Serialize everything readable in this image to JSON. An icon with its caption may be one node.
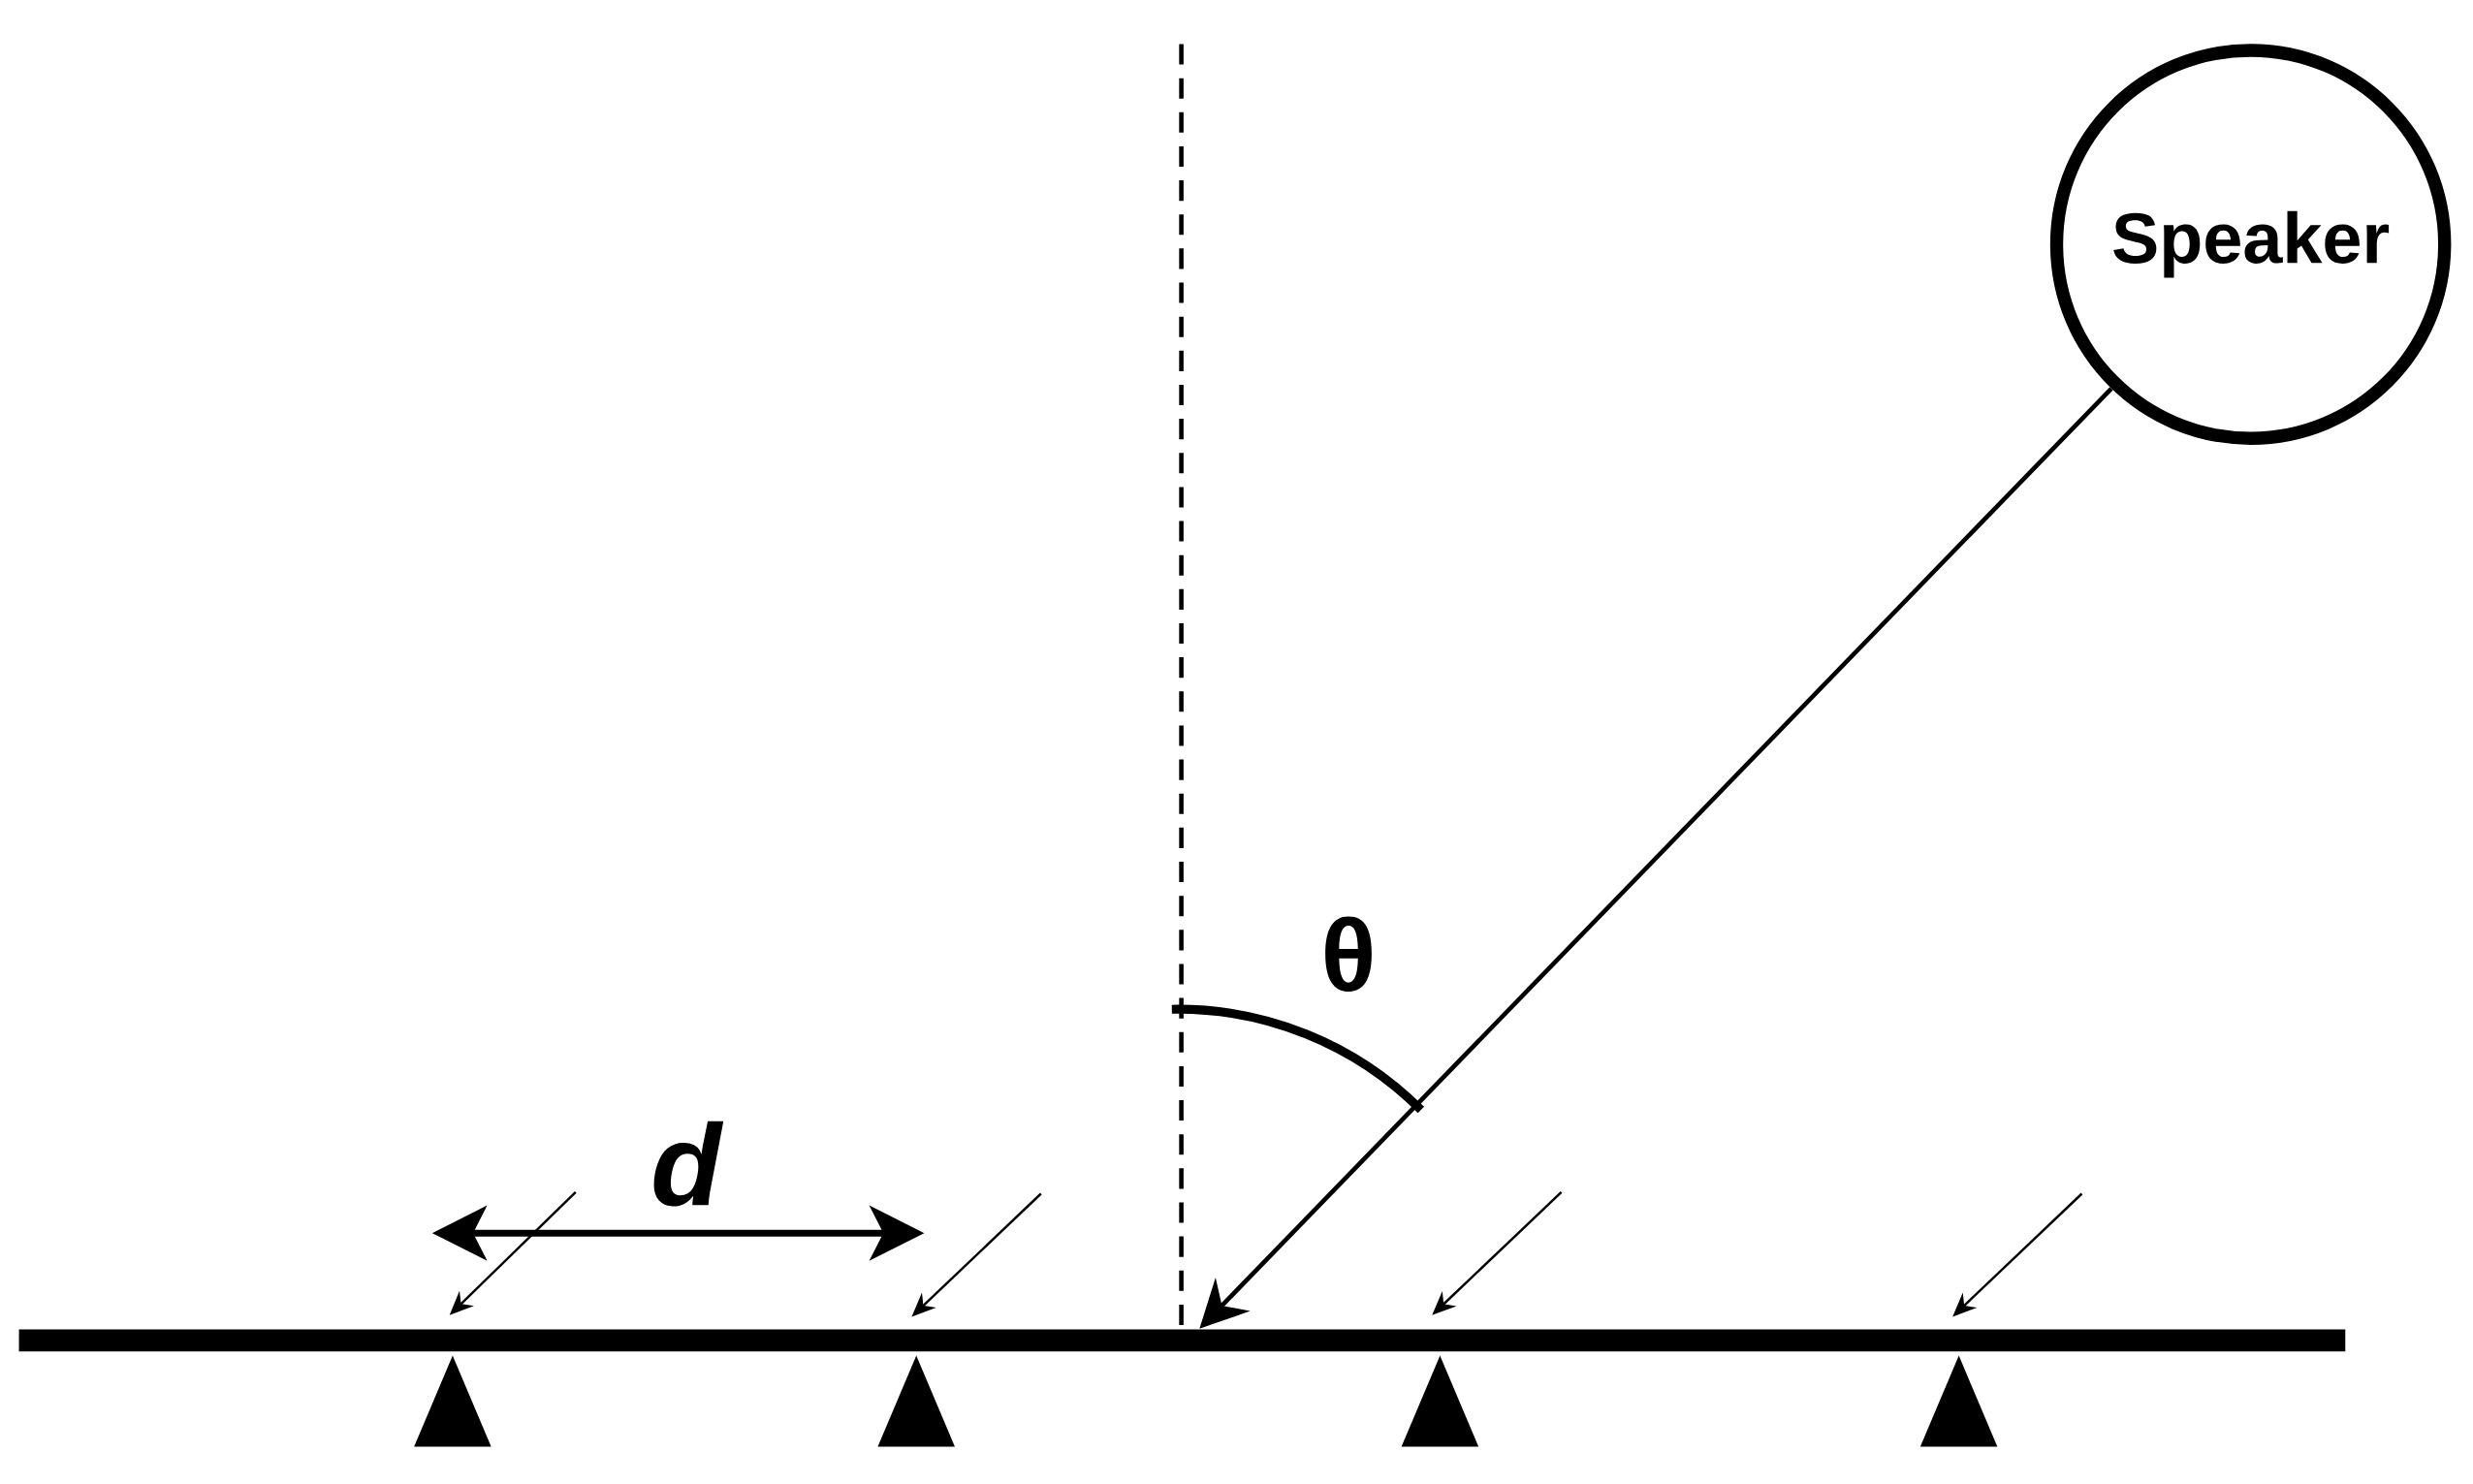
{
  "diagram": {
    "nodes": [
      {
        "text": [
          "Speaker"
        ]
      },
      {
        "text": [],
        "shape": "bar"
      },
      {
        "text": [],
        "shape": "triangle"
      },
      {
        "text": [],
        "shape": "triangle"
      },
      {
        "text": [],
        "shape": "triangle"
      },
      {
        "text": [],
        "shape": "triangle"
      }
    ],
    "edges": [
      {
        "from": 0,
        "to": 1,
        "arrow": "to"
      }
    ],
    "labels": [
      "θ",
      "d"
    ]
  }
}
